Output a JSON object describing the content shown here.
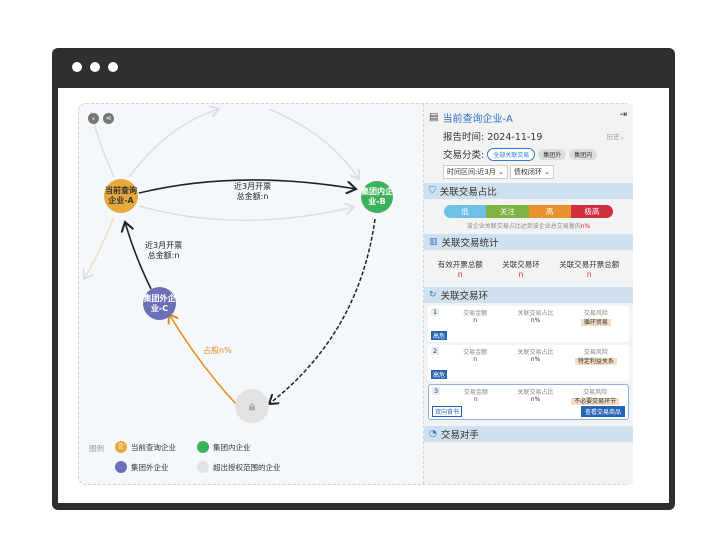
{
  "colors": {
    "current": "#e8a93a",
    "inner": "#3bb25b",
    "outer": "#6b70b8",
    "locked": "#dcdcdc",
    "accent": "#2864b4"
  },
  "graph": {
    "nodes": {
      "a": "当前查询企业-A",
      "b": "集团内企业-B",
      "c": "集团外企业-C"
    },
    "edge_ab": [
      "近3月开票",
      "总金额:n"
    ],
    "edge_ca": [
      "近3月开票",
      "总金额:n"
    ],
    "edge_lock_c": "占股n%",
    "legend": {
      "title": "图例",
      "current": "当前查询企业",
      "inner": "集团内企业",
      "outer": "集团外企业",
      "locked": "超出授权范围的企业",
      "current_glyph": "企"
    }
  },
  "side": {
    "title": "当前查询企业-A",
    "report_time": "报告时间: 2024-11-19",
    "history": "历史",
    "category_label": "交易分类:",
    "chips": [
      "全部关联交易",
      "集团外",
      "集团内"
    ],
    "filters": [
      "时间区间:近3月",
      "债权闭环"
    ],
    "ratio": {
      "title": "关联交易占比",
      "levels": [
        "低",
        "关注",
        "高",
        "极高"
      ],
      "note": "该企业关联交易占比达到该企业总交易量的",
      "note_val": "n%"
    },
    "stats": {
      "title": "关联交易统计",
      "items": [
        {
          "label": "有效开票总额",
          "value": "n"
        },
        {
          "label": "关联交易环",
          "value": "n"
        },
        {
          "label": "关联交易开票总额",
          "value": "n"
        }
      ]
    },
    "rings": {
      "title": "关联交易环",
      "col_headers": [
        "交易金额",
        "关联交易占比",
        "交易风险"
      ],
      "items": [
        {
          "no": "1",
          "amount": "n",
          "ratio": "n%",
          "risk": "循环贸易",
          "tag": "高危"
        },
        {
          "no": "2",
          "amount": "n",
          "ratio": "n%",
          "risk": "特定利益关系",
          "tag": "高危"
        },
        {
          "no": "3",
          "amount": "n",
          "ratio": "n%",
          "risk": "不必要交易环节",
          "tag": "双向背书",
          "button": "查看交易商品"
        }
      ]
    },
    "counterparty": {
      "title": "交易对手"
    }
  }
}
